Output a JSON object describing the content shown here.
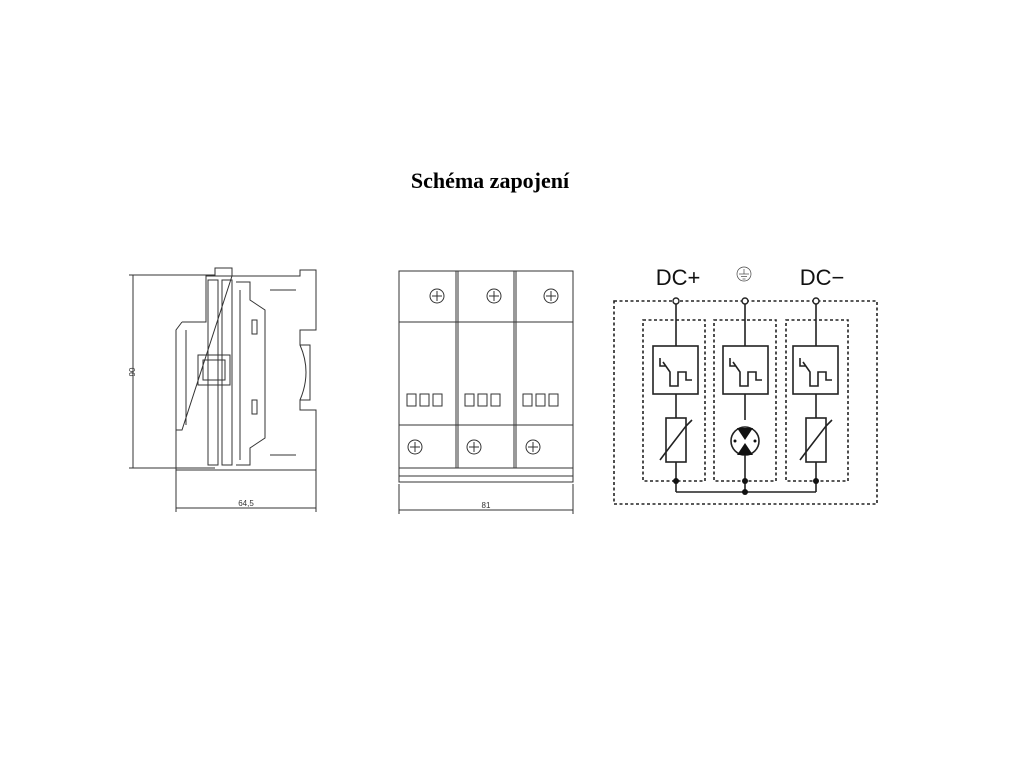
{
  "title": "Schéma zapojení",
  "side_view": {
    "height_label": "90",
    "width_label": "64,5"
  },
  "front_view": {
    "width_label": "81"
  },
  "circuit": {
    "terminal_left": "DC+",
    "terminal_center": "earth-ground-icon",
    "terminal_right": "DC−"
  },
  "colors": {
    "line": "#222222",
    "background": "#ffffff"
  }
}
